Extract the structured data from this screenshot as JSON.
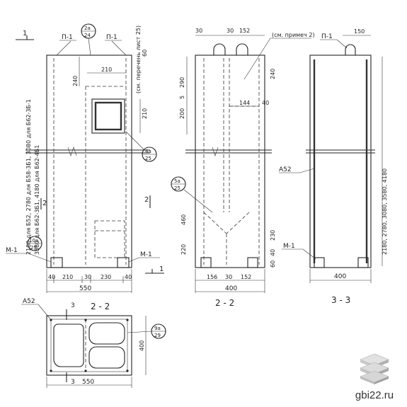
{
  "title_marks": {
    "p1_left": "П-1",
    "p1_right": "П-1",
    "p1_side": "П-1",
    "sec_1_top": "1",
    "sec_1_bottom": "1",
    "sec_2_right": "2",
    "sec_2_left": "2"
  },
  "elevation": {
    "callout_2a": "2а",
    "callout_24": "24",
    "callout_4a": "4а",
    "callout_25": "25",
    "callout_10a": "10а",
    "callout_29": "29",
    "m1_left": "М-1",
    "m1_right": "М-1",
    "dim_240": "240",
    "dim_210_top": "210",
    "dim_210_v": "210",
    "dim_60": "60",
    "note_lines": "(см. перечень лист 25)",
    "height_text_1": "2180 для Б52, 2780 для Б58-3Б1, 3080 для Б62-3Б-1",
    "height_text_2": "3580 для Б62-3Б1, 4180 для Б62-4Б1",
    "bottom_dims": [
      "40",
      "210",
      "30",
      "230",
      "40"
    ],
    "total_width": "550"
  },
  "section_22": {
    "label": "2 - 2",
    "dims_top": [
      "30",
      "30",
      "152"
    ],
    "note": "(см. примеч 2)",
    "dims_left": [
      "290",
      "5",
      "200"
    ],
    "dim_144": "144",
    "dim_40": "40",
    "dim_240_right": "240",
    "dim_460": "460",
    "dim_220": "220",
    "dim_230_right": "230",
    "dim_40_right": "40",
    "dim_60_right": "60",
    "callout_5a": "5а",
    "callout_25": "25",
    "bottom_dims": [
      "156",
      "30",
      "152"
    ],
    "total_width": "400"
  },
  "section_33": {
    "label": "3 - 3",
    "dim_150": "150",
    "rebar_label": "А52",
    "m1": "М-1",
    "height_text": "2180, 2780, 3080, 3580, 4180",
    "total_width": "400"
  },
  "plan": {
    "label": "2 - 2",
    "mark_3_top": "3",
    "mark_3_bottom": "3",
    "rebar_label": "А52",
    "callout_9a": "9а",
    "callout_29": "29",
    "dim_400": "400",
    "dim_550": "550"
  },
  "watermark": {
    "site": "gbi22.ru",
    "icon": "stacked-slabs-icon"
  }
}
